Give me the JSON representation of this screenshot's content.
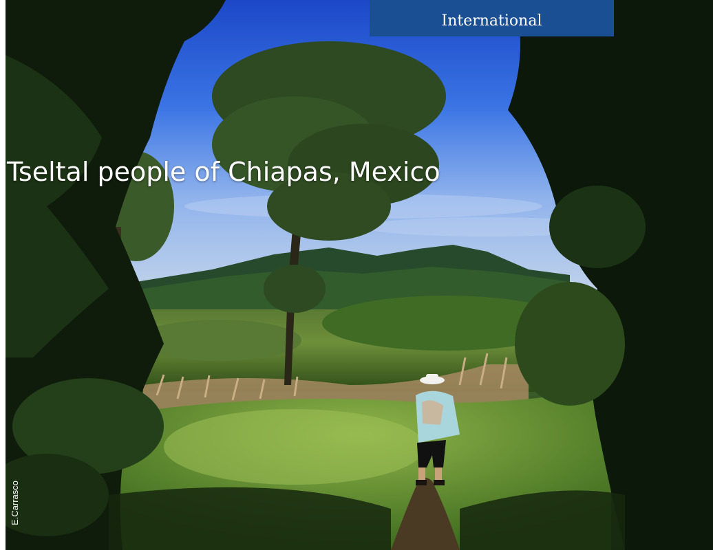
{
  "section": {
    "label": "International",
    "color": "#1a4f93"
  },
  "article": {
    "headline": "Tseltal people of Chiapas, Mexico",
    "photo_credit": "E.Carrasco"
  },
  "scene": {
    "sky_color": "#2f63dc",
    "vegetation_color": "#2f5a1c"
  }
}
